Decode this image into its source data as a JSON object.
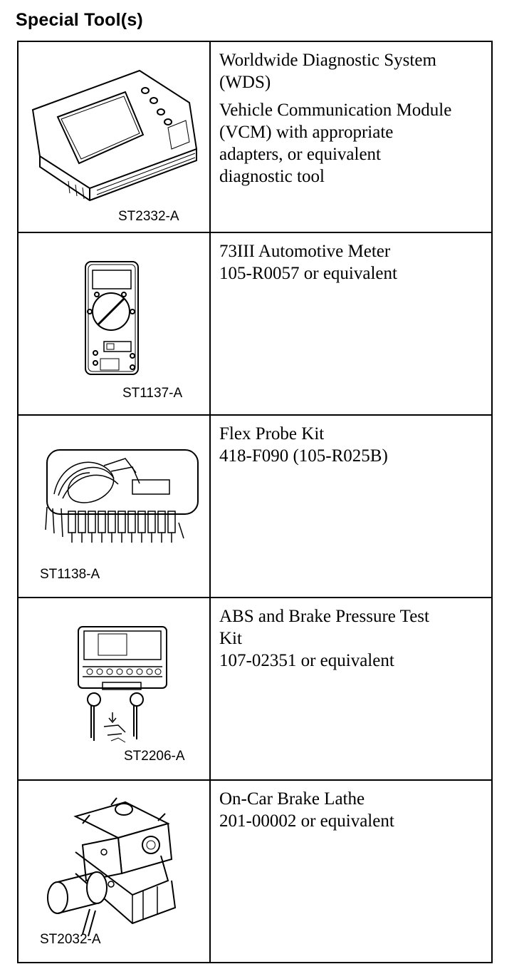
{
  "title": "Special Tool(s)",
  "tools": [
    {
      "ref": "ST2332-A",
      "icon": "diagnostic-system-icon",
      "paragraphs": [
        [
          "Worldwide Diagnostic System",
          "(WDS)"
        ],
        [
          "Vehicle Communication Module",
          "(VCM) with appropriate",
          "adapters, or equivalent",
          "diagnostic tool"
        ]
      ]
    },
    {
      "ref": "ST1137-A",
      "icon": "multimeter-icon",
      "paragraphs": [
        [
          "73III Automotive Meter",
          "105-R0057 or equivalent"
        ]
      ]
    },
    {
      "ref": "ST1138-A",
      "icon": "probe-kit-icon",
      "paragraphs": [
        [
          "Flex Probe Kit",
          "418-F090 (105-R025B)"
        ]
      ]
    },
    {
      "ref": "ST2206-A",
      "icon": "pressure-test-kit-icon",
      "paragraphs": [
        [
          "ABS and Brake Pressure Test",
          "Kit",
          "107-02351 or equivalent"
        ]
      ]
    },
    {
      "ref": "ST2032-A",
      "icon": "brake-lathe-icon",
      "paragraphs": [
        [
          "On-Car Brake Lathe",
          "201-00002 or equivalent"
        ]
      ]
    }
  ]
}
